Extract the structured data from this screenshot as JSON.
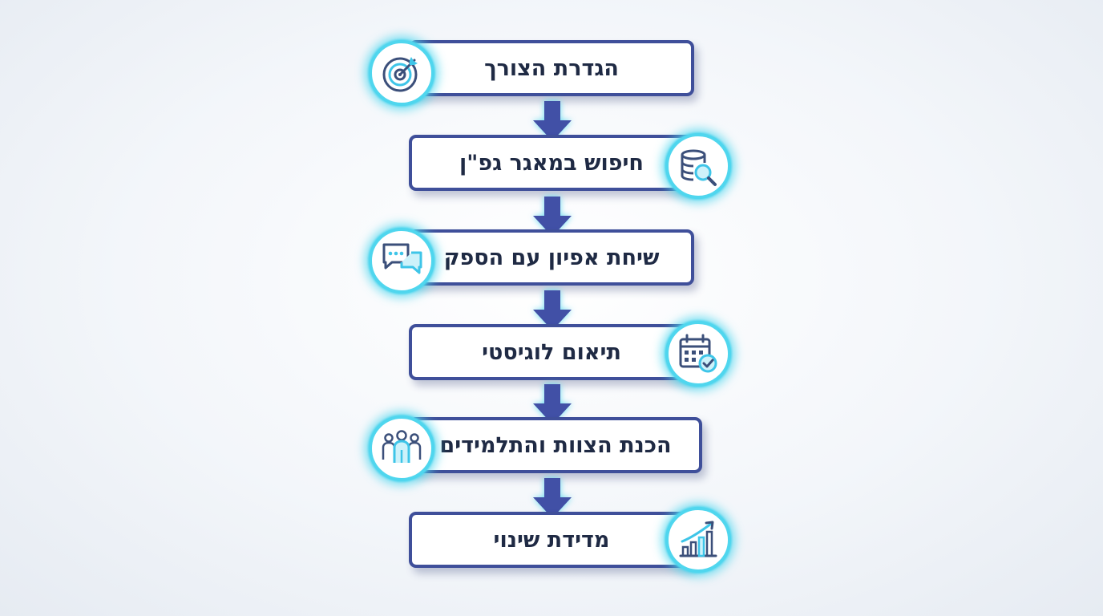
{
  "steps": [
    {
      "label": "הגדרת הצורך",
      "icon": "target-icon"
    },
    {
      "label": "חיפוש במאגר גפ\"ן",
      "icon": "database-search-icon"
    },
    {
      "label": "שיחת אפיון עם הספק",
      "icon": "chat-bubbles-icon"
    },
    {
      "label": "תיאום לוגיסטי",
      "icon": "calendar-check-icon"
    },
    {
      "label": "הכנת הצוות והתלמידים",
      "icon": "team-icon"
    },
    {
      "label": "מדידת שינוי",
      "icon": "growth-chart-icon"
    }
  ],
  "colors": {
    "box_border": "#3f4f9a",
    "arrow": "#4150a6",
    "badge_ring": "#4fd6ee",
    "icon_dark": "#3b4f7a",
    "icon_accent": "#3ec5e8",
    "text": "#1f2a44"
  }
}
